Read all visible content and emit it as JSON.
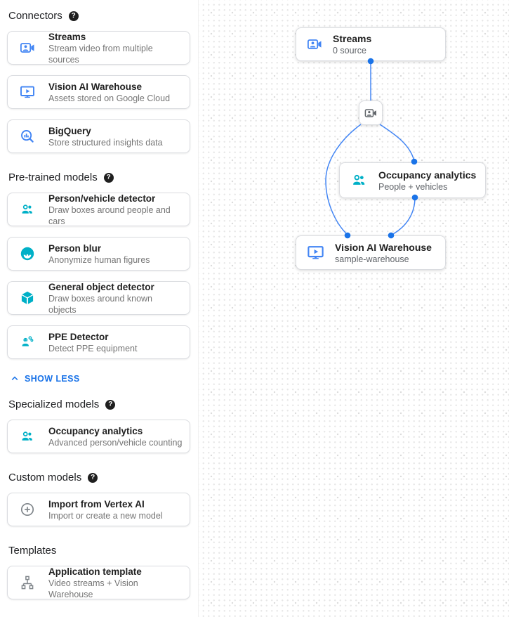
{
  "colors": {
    "blue": "#4285f4",
    "teal": "#00b0c7",
    "grayic": "#80868b",
    "edge": "#4285f4",
    "dot": "#1a73e8",
    "link": "#1a73e8",
    "title": "#212121",
    "desc": "#757575",
    "head": "#202124",
    "border": "#dadce0"
  },
  "icons": {
    "help_glyph": "?"
  },
  "sidebar": {
    "sections": [
      {
        "title": "Connectors",
        "cards": [
          {
            "title": "Streams",
            "desc": "Stream video from multiple sources"
          },
          {
            "title": "Vision AI Warehouse",
            "desc": "Assets stored on Google Cloud"
          },
          {
            "title": "BigQuery",
            "desc": "Store structured insights data"
          }
        ]
      },
      {
        "title": "Pre-trained models",
        "link": "SHOW LESS",
        "cards": [
          {
            "title": "Person/vehicle detector",
            "desc": "Draw boxes around people and cars"
          },
          {
            "title": "Person blur",
            "desc": "Anonymize human figures"
          },
          {
            "title": "General object detector",
            "desc": "Draw boxes around known objects"
          },
          {
            "title": "PPE Detector",
            "desc": "Detect PPE equipment"
          }
        ]
      },
      {
        "title": "Specialized models",
        "cards": [
          {
            "title": "Occupancy analytics",
            "desc": "Advanced person/vehicle counting"
          }
        ]
      },
      {
        "title": "Custom models",
        "cards": [
          {
            "title": "Import from Vertex AI",
            "desc": "Import or create a new model"
          }
        ]
      },
      {
        "title": "Templates",
        "cards": [
          {
            "title": "Application template",
            "desc": "Video streams + Vision Warehouse"
          }
        ]
      }
    ]
  },
  "canvas": {
    "nodes": {
      "streams": {
        "title": "Streams",
        "subtitle": "0 source"
      },
      "occupancy": {
        "title": "Occupancy analytics",
        "subtitle": "People + vehicles"
      },
      "warehouse": {
        "title": "Vision AI Warehouse",
        "subtitle": "sample-warehouse"
      }
    }
  }
}
